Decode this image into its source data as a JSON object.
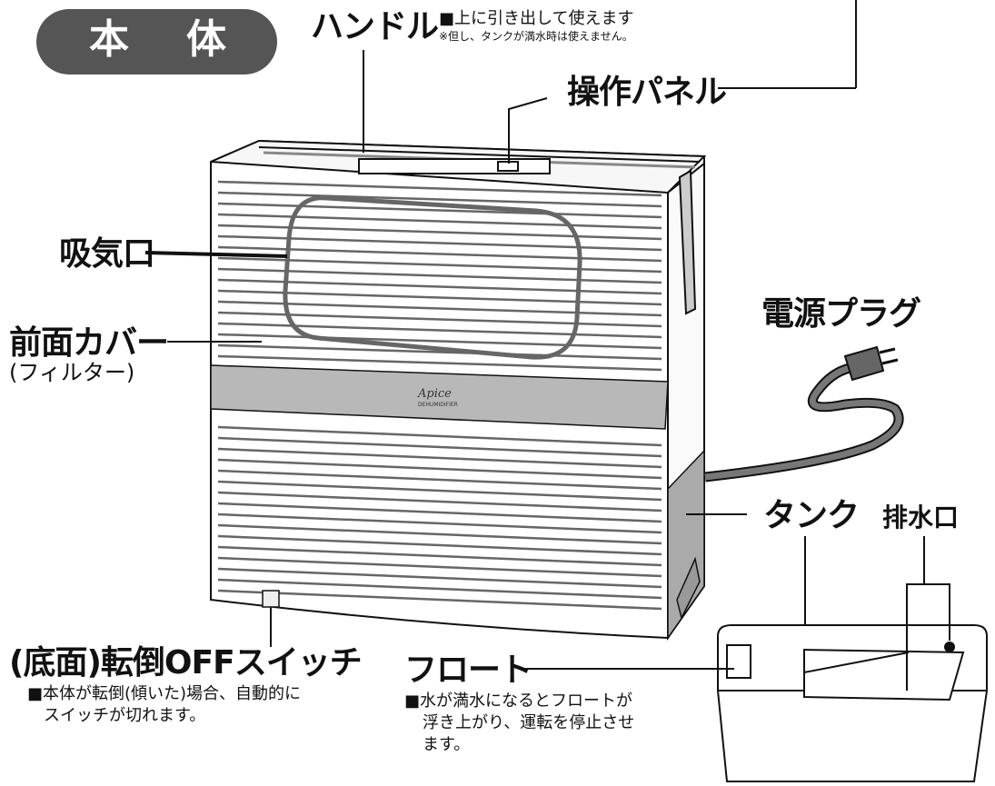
{
  "badge": {
    "left": "本",
    "right": "体"
  },
  "labels": {
    "handle": "ハンドル",
    "handle_note_line1": "■上に引き出して使えます",
    "handle_note_line2": "※但し、タンクが満水時は使えません。",
    "control_panel": "操作パネル",
    "air_intake": "吸気口",
    "front_cover": "前面カバー",
    "front_cover_sub": "(フィルター)",
    "power_plug": "電源プラグ",
    "tank": "タンク",
    "drain": "排水口",
    "tip_switch": "(底面)転倒OFFスイッチ",
    "tip_switch_note_line1": "■本体が転倒(傾いた)場合、自動的に",
    "tip_switch_note_line2": "スイッチが切れます。",
    "float": "フロート",
    "float_note_line1": "■水が満水になるとフロートが",
    "float_note_line2": "浮き上がり、運転を停止させ",
    "float_note_line3": "ます。",
    "logo": "Apice",
    "logo_sub": "DEHUMIDIFIER"
  },
  "colors": {
    "line": "#111111",
    "badge": "#555555",
    "tank": "#aaaaaa",
    "trim": "#b8b8b8",
    "cord": "#777777"
  }
}
